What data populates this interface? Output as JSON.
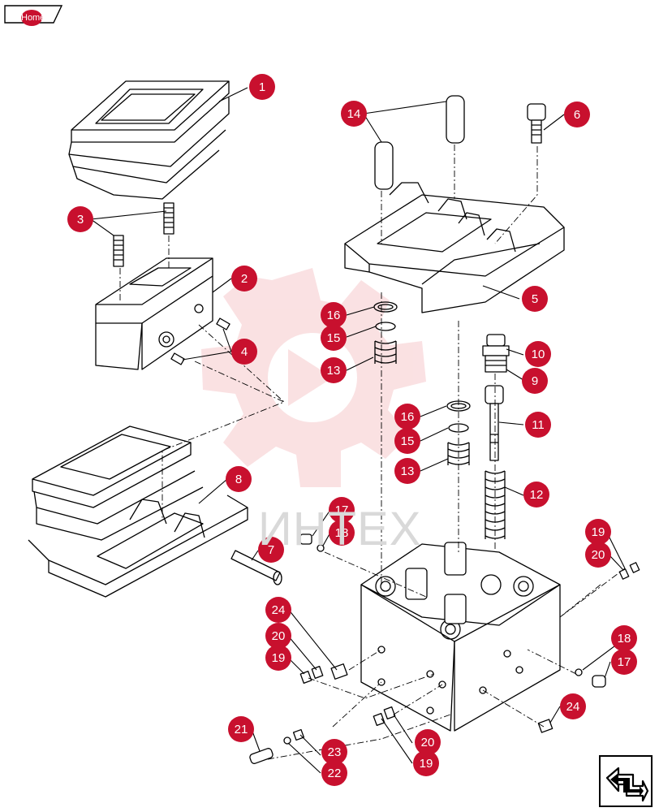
{
  "home": {
    "label": "Home"
  },
  "watermark": {
    "text": "ИНТЕХ"
  },
  "colors": {
    "callout": "#c8102e",
    "line": "#000000",
    "logo_watermark": "#f6c9cc"
  },
  "callouts": [
    {
      "label": "1"
    },
    {
      "label": "2"
    },
    {
      "label": "3"
    },
    {
      "label": "4"
    },
    {
      "label": "5"
    },
    {
      "label": "6"
    },
    {
      "label": "7"
    },
    {
      "label": "8"
    },
    {
      "label": "9"
    },
    {
      "label": "10"
    },
    {
      "label": "11"
    },
    {
      "label": "12"
    },
    {
      "label": "13"
    },
    {
      "label": "13"
    },
    {
      "label": "14"
    },
    {
      "label": "15"
    },
    {
      "label": "15"
    },
    {
      "label": "16"
    },
    {
      "label": "16"
    },
    {
      "label": "17"
    },
    {
      "label": "17"
    },
    {
      "label": "18"
    },
    {
      "label": "18"
    },
    {
      "label": "19"
    },
    {
      "label": "19"
    },
    {
      "label": "19"
    },
    {
      "label": "20"
    },
    {
      "label": "20"
    },
    {
      "label": "20"
    },
    {
      "label": "21"
    },
    {
      "label": "22"
    },
    {
      "label": "23"
    },
    {
      "label": "24"
    },
    {
      "label": "24"
    }
  ],
  "nav": {
    "icon": "next-page-arrow-icon"
  }
}
